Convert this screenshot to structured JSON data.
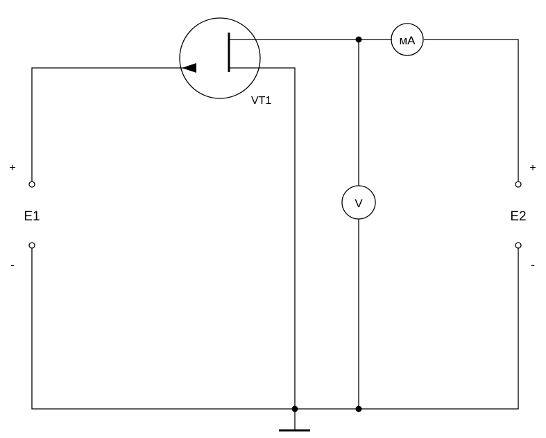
{
  "transistor": {
    "label": "VT1"
  },
  "source_left": {
    "label": "E1",
    "plus": "+",
    "minus": "-"
  },
  "source_right": {
    "label": "E2",
    "plus": "+",
    "minus": "-"
  },
  "voltmeter": {
    "label": "V"
  },
  "ammeter": {
    "label": "мА"
  }
}
